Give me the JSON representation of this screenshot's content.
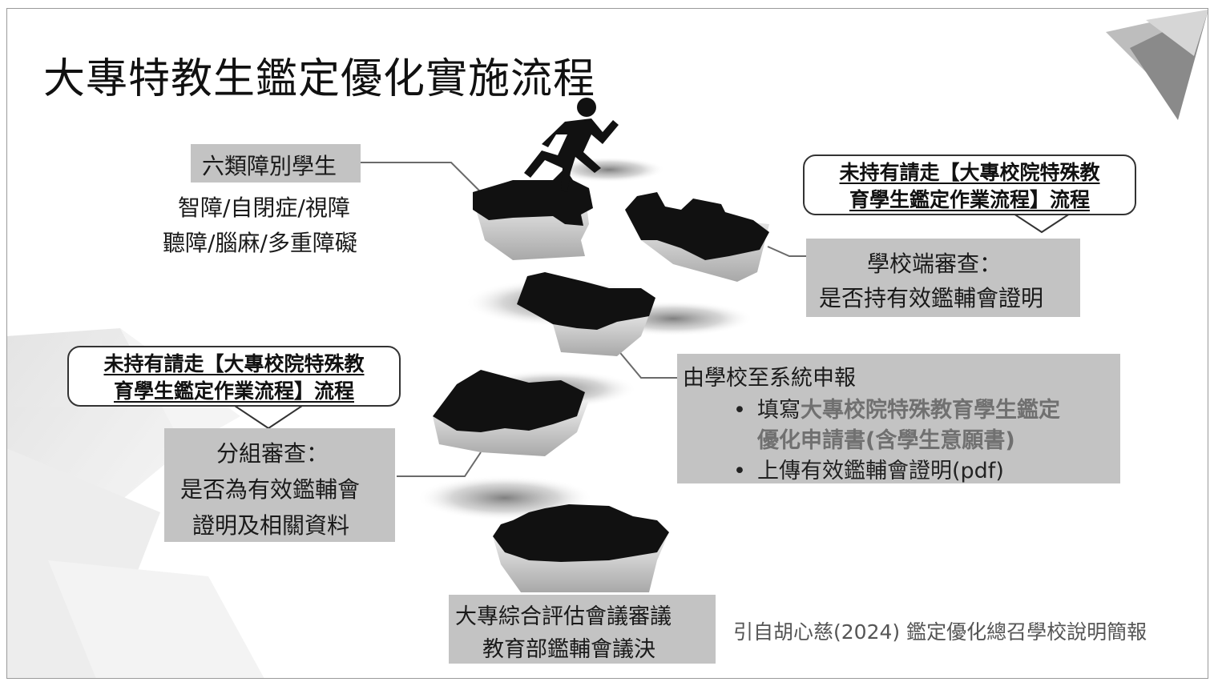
{
  "title": "大專特教生鑑定優化實施流程",
  "steps": {
    "students": {
      "heading": "六類障別學生",
      "line1": "智障/自閉症/視障",
      "line2": "聽障/腦麻/多重障礙"
    },
    "callout_top": {
      "line1": "未持有請走【大專校院特殊教",
      "line2": "育學生鑑定作業流程】流程"
    },
    "school_review": {
      "line1": "學校端審查：",
      "line2": "是否持有效鑑輔會證明"
    },
    "submission": {
      "heading": "由學校至系統申報",
      "bullet_marker": "•",
      "bullet1_prefix": "填寫",
      "bullet1_highlight": "大專校院特殊教育學生鑑定",
      "bullet1_cont": "優化申請書(含學生意願書)",
      "bullet2": "上傳有效鑑輔會證明(pdf)"
    },
    "callout_bottom": {
      "line1": "未持有請走【大專校院特殊教",
      "line2": "育學生鑑定作業流程】流程"
    },
    "group_review": {
      "line1": "分組審查：",
      "line2": "是否為有效鑑輔會",
      "line3": "證明及相關資料"
    },
    "final": {
      "line1": "大專綜合評估會議審議",
      "line2": "教育部鑑輔會議決"
    }
  },
  "source": "引自胡心慈(2024) 鑑定優化總召學校說明簡報",
  "colors": {
    "box_fill": "#c3c3c3",
    "highlight_text": "#707070",
    "puzzle_top": "#111111",
    "puzzle_side": "#d4d4d4"
  }
}
